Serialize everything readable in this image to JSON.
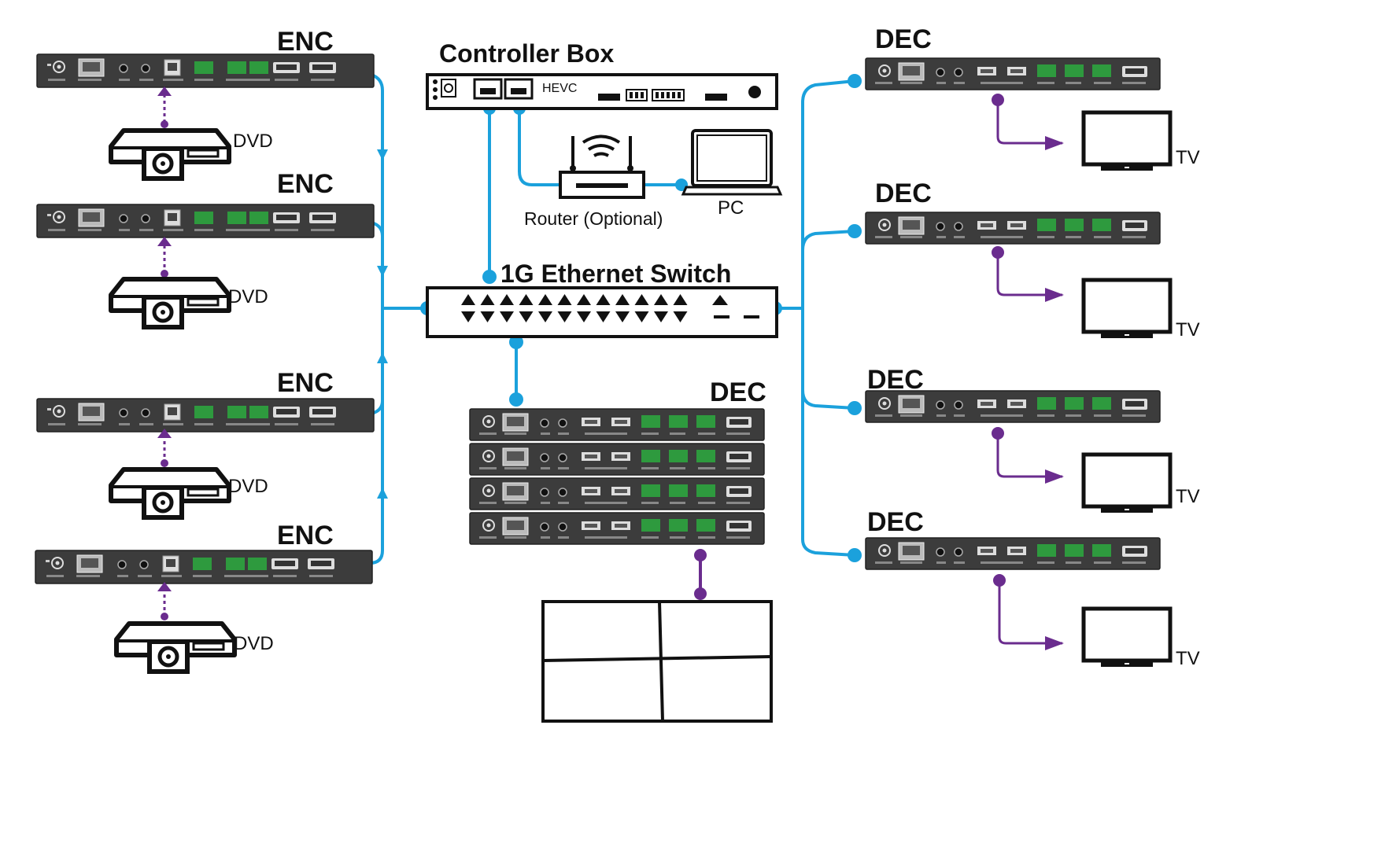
{
  "labels": {
    "enc": "ENC",
    "dec": "DEC",
    "dvd": "DVD",
    "tv": "TV",
    "controller_title": "Controller Box",
    "controller_model": "HEVC",
    "router": "Router (Optional)",
    "pc": "PC",
    "switch_title": "1G Ethernet Switch"
  },
  "colors": {
    "ethernet_line": "#1ba1dc",
    "video_line": "#6a2c8e",
    "device_body": "#3c3c3c",
    "connector_green": "#2e9a3e"
  }
}
